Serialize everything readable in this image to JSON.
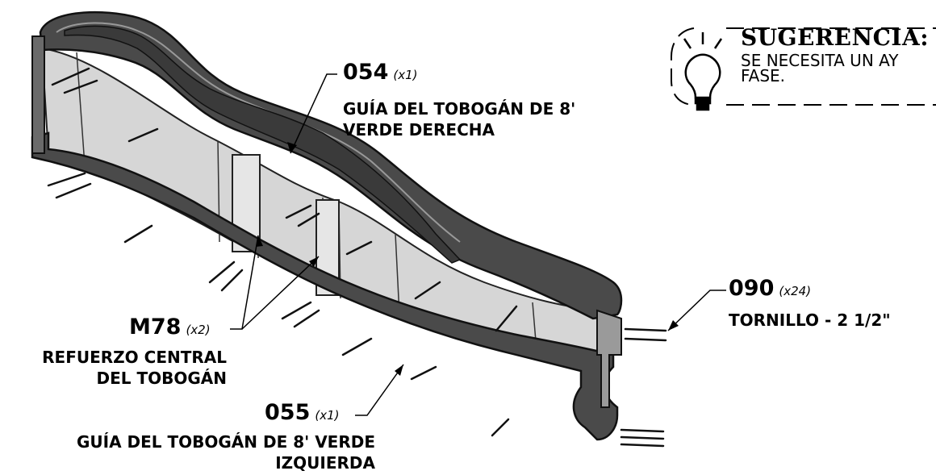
{
  "tip": {
    "title": "SUGERENCIA:",
    "text": "SE NECESITA UN AY FASE.",
    "icon": "lightbulb-icon"
  },
  "parts": [
    {
      "code": "054",
      "qty": "(x1)",
      "description": [
        "GUÍA DEL TOBOGÁN DE 8'",
        "VERDE DERECHA"
      ]
    },
    {
      "code": "090",
      "qty": "(x24)",
      "description": [
        "TORNILLO - 2 1/2\""
      ]
    },
    {
      "code": "M78",
      "qty": "(x2)",
      "description": [
        "REFUERZO CENTRAL",
        "DEL TOBOGÁN"
      ]
    },
    {
      "code": "055",
      "qty": "(x1)",
      "description": [
        "GUÍA DEL TOBOGÁN DE 8' VERDE",
        "IZQUIERDA"
      ]
    }
  ],
  "colors": {
    "rail": "#4a4a4a",
    "rail_edge": "#222222",
    "panel": "#d4d4d4",
    "panel_dark": "#bdbdbd"
  }
}
